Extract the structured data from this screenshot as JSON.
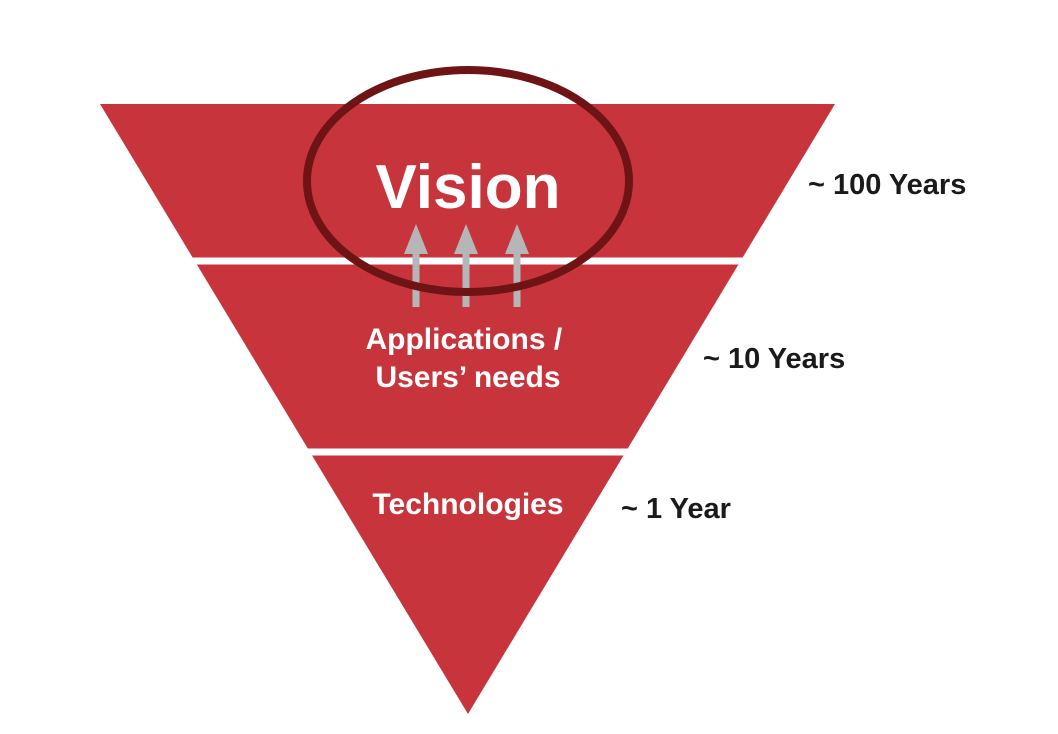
{
  "layers": [
    {
      "label": "Vision",
      "timescale": "~ 100 Years"
    },
    {
      "label_lines": [
        "Applications /",
        "Users’ needs"
      ],
      "timescale": "~ 10 Years"
    },
    {
      "label": "Technologies",
      "timescale": "~ 1 Year"
    }
  ],
  "colors": {
    "triangle_fill": "#c8343c",
    "divider": "#ffffff",
    "highlight_ring": "#6e1414",
    "arrow": "#b4b6b8",
    "layer_text": "#ffffff",
    "timescale_text": "#1a1a1a"
  },
  "arrow_count": 3
}
